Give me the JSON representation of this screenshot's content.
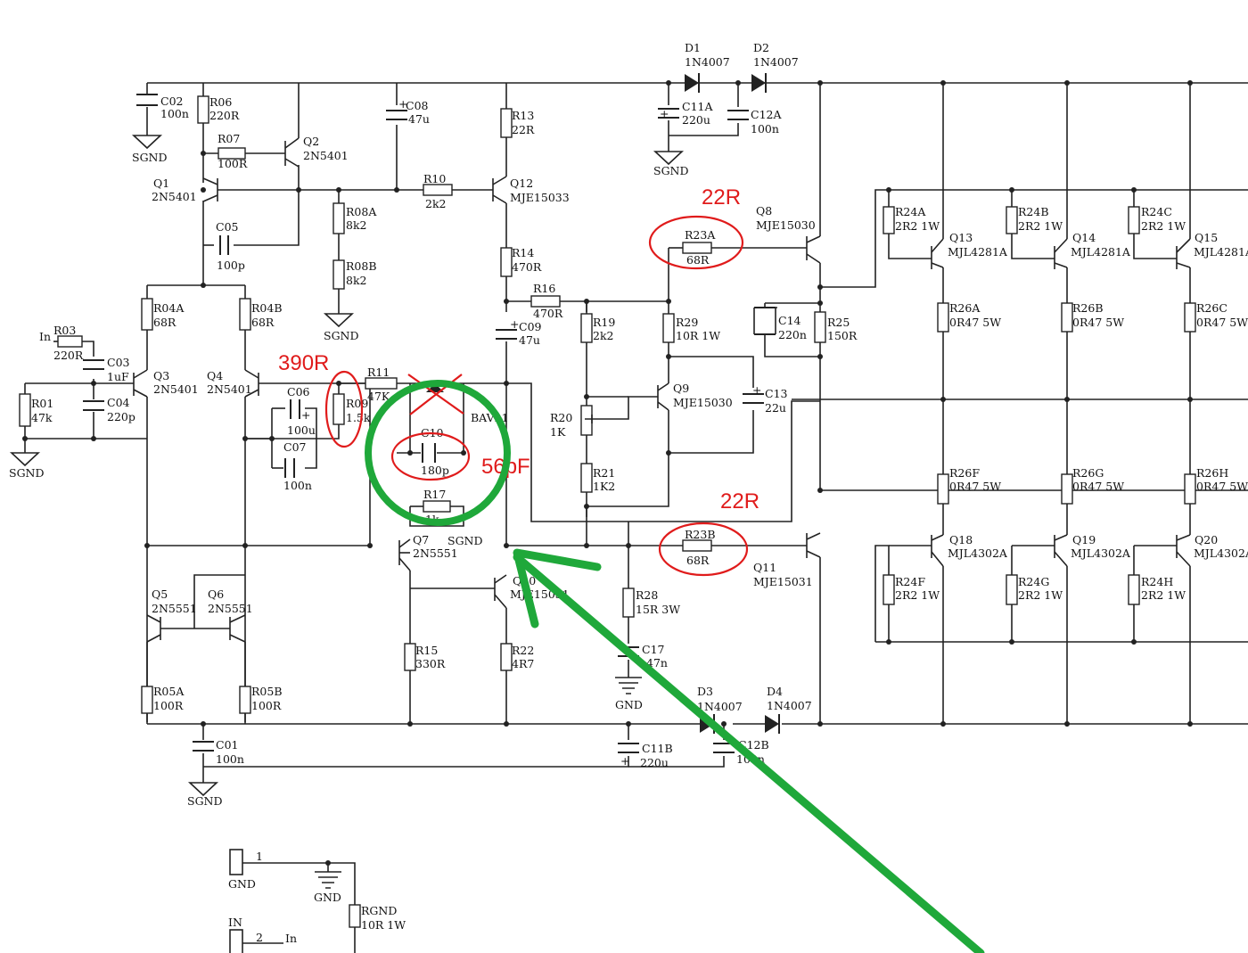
{
  "components": {
    "C02": {
      "ref": "C02",
      "val": "100n"
    },
    "R06": {
      "ref": "R06",
      "val": "220R"
    },
    "R07": {
      "ref": "R07",
      "val": "100R"
    },
    "Q2": {
      "ref": "Q2",
      "val": "2N5401"
    },
    "C08": {
      "ref": "C08",
      "val": "47u"
    },
    "R13": {
      "ref": "R13",
      "val": "22R"
    },
    "D1": {
      "ref": "D1",
      "val": "1N4007"
    },
    "D2": {
      "ref": "D2",
      "val": "1N4007"
    },
    "C11A": {
      "ref": "C11A",
      "val": "220u"
    },
    "C12A": {
      "ref": "C12A",
      "val": "100n"
    },
    "Q1": {
      "ref": "Q1",
      "val": "2N5401"
    },
    "R10": {
      "ref": "R10",
      "val": "2k2"
    },
    "Q12": {
      "ref": "Q12",
      "val": "MJE15033"
    },
    "R08A": {
      "ref": "R08A",
      "val": "8k2"
    },
    "R08B": {
      "ref": "R08B",
      "val": "8k2"
    },
    "C05": {
      "ref": "C05",
      "val": "100p"
    },
    "R14": {
      "ref": "R14",
      "val": "470R"
    },
    "R23A": {
      "ref": "R23A",
      "val": "68R"
    },
    "Q8": {
      "ref": "Q8",
      "val": "MJE15030"
    },
    "R24A": {
      "ref": "R24A",
      "val": "2R2 1W"
    },
    "R24B": {
      "ref": "R24B",
      "val": "2R2 1W"
    },
    "R24C": {
      "ref": "R24C",
      "val": "2R2 1W"
    },
    "Q13": {
      "ref": "Q13",
      "val": "MJL4281A"
    },
    "Q14": {
      "ref": "Q14",
      "val": "MJL4281A"
    },
    "Q15": {
      "ref": "Q15",
      "val": "MJL4281A"
    },
    "R04A": {
      "ref": "R04A",
      "val": "68R"
    },
    "R04B": {
      "ref": "R04B",
      "val": "68R"
    },
    "R16": {
      "ref": "R16",
      "val": "470R"
    },
    "R19": {
      "ref": "R19",
      "val": "2k2"
    },
    "R29": {
      "ref": "R29",
      "val": "10R 1W"
    },
    "C14": {
      "ref": "C14",
      "val": "220n"
    },
    "R25": {
      "ref": "R25",
      "val": "150R"
    },
    "R26A": {
      "ref": "R26A",
      "val": "0R47 5W"
    },
    "R26B": {
      "ref": "R26B",
      "val": "0R47 5W"
    },
    "R26C": {
      "ref": "R26C",
      "val": "0R47 5W"
    },
    "R03": {
      "ref": "R03",
      "val": "220R"
    },
    "C03": {
      "ref": "C03",
      "val": "1uF"
    },
    "C09": {
      "ref": "C09",
      "val": "47u"
    },
    "Q3": {
      "ref": "Q3",
      "val": "2N5401"
    },
    "Q4": {
      "ref": "Q4",
      "val": "2N5401"
    },
    "R11": {
      "ref": "R11",
      "val": "47K"
    },
    "R09": {
      "ref": "R09",
      "val": "1.5k"
    },
    "C06": {
      "ref": "C06",
      "val": "100u"
    },
    "C07": {
      "ref": "C07",
      "val": "100n"
    },
    "R01": {
      "ref": "R01",
      "val": "47k"
    },
    "C04": {
      "ref": "C04",
      "val": "220p"
    },
    "Q9": {
      "ref": "Q9",
      "val": "MJE15030"
    },
    "C13": {
      "ref": "C13",
      "val": "22u"
    },
    "R20": {
      "ref": "R20",
      "val": "1K"
    },
    "C10": {
      "ref": "C10",
      "val": "180p"
    },
    "R21": {
      "ref": "R21",
      "val": "1K2"
    },
    "R17": {
      "ref": "R17",
      "val": "1k"
    },
    "R26F": {
      "ref": "R26F",
      "val": "0R47 5W"
    },
    "R26G": {
      "ref": "R26G",
      "val": "0R47 5W"
    },
    "R26H": {
      "ref": "R26H",
      "val": "0R47 5W"
    },
    "R23B": {
      "ref": "R23B",
      "val": "68R"
    },
    "Q7": {
      "ref": "Q7",
      "val": "2N5551"
    },
    "Q10": {
      "ref": "Q10",
      "val": "MJE15031"
    },
    "Q11": {
      "ref": "Q11",
      "val": "MJE15031"
    },
    "Q18": {
      "ref": "Q18",
      "val": "MJL4302A"
    },
    "Q19": {
      "ref": "Q19",
      "val": "MJL4302A"
    },
    "Q20": {
      "ref": "Q20",
      "val": "MJL4302A"
    },
    "Q5": {
      "ref": "Q5",
      "val": "2N5551"
    },
    "Q6": {
      "ref": "Q6",
      "val": "2N5551"
    },
    "R28": {
      "ref": "R28",
      "val": "15R 3W"
    },
    "R24F": {
      "ref": "R24F",
      "val": "2R2 1W"
    },
    "R24G": {
      "ref": "R24G",
      "val": "2R2 1W"
    },
    "R24H": {
      "ref": "R24H",
      "val": "2R2 1W"
    },
    "R15": {
      "ref": "R15",
      "val": "330R"
    },
    "R22": {
      "ref": "R22",
      "val": "4R7"
    },
    "C17": {
      "ref": "C17",
      "val": "47n"
    },
    "R05A": {
      "ref": "R05A",
      "val": "100R"
    },
    "R05B": {
      "ref": "R05B",
      "val": "100R"
    },
    "D3": {
      "ref": "D3",
      "val": "1N4007"
    },
    "D4": {
      "ref": "D4",
      "val": "1N4007"
    },
    "C01": {
      "ref": "C01",
      "val": "100n"
    },
    "C11B": {
      "ref": "C11B",
      "val": "220u"
    },
    "C12B": {
      "ref": "C12B",
      "val": "100n"
    },
    "RGND": {
      "ref": "RGND",
      "val": "10R 1W"
    },
    "BAV21": {
      "ref": "",
      "val": "BAV21"
    }
  },
  "nets": {
    "sgnd": "SGND",
    "gnd": "GND",
    "in": "In",
    "in_conn": "IN",
    "pin1": "1",
    "pin2": "2"
  },
  "annotations": {
    "r23a_value": "22R",
    "r09_value": "390R",
    "c10_value": "56pF",
    "r23b_value": "22R",
    "color": "#e01b1b",
    "highlight_color": "#1fa83a"
  }
}
